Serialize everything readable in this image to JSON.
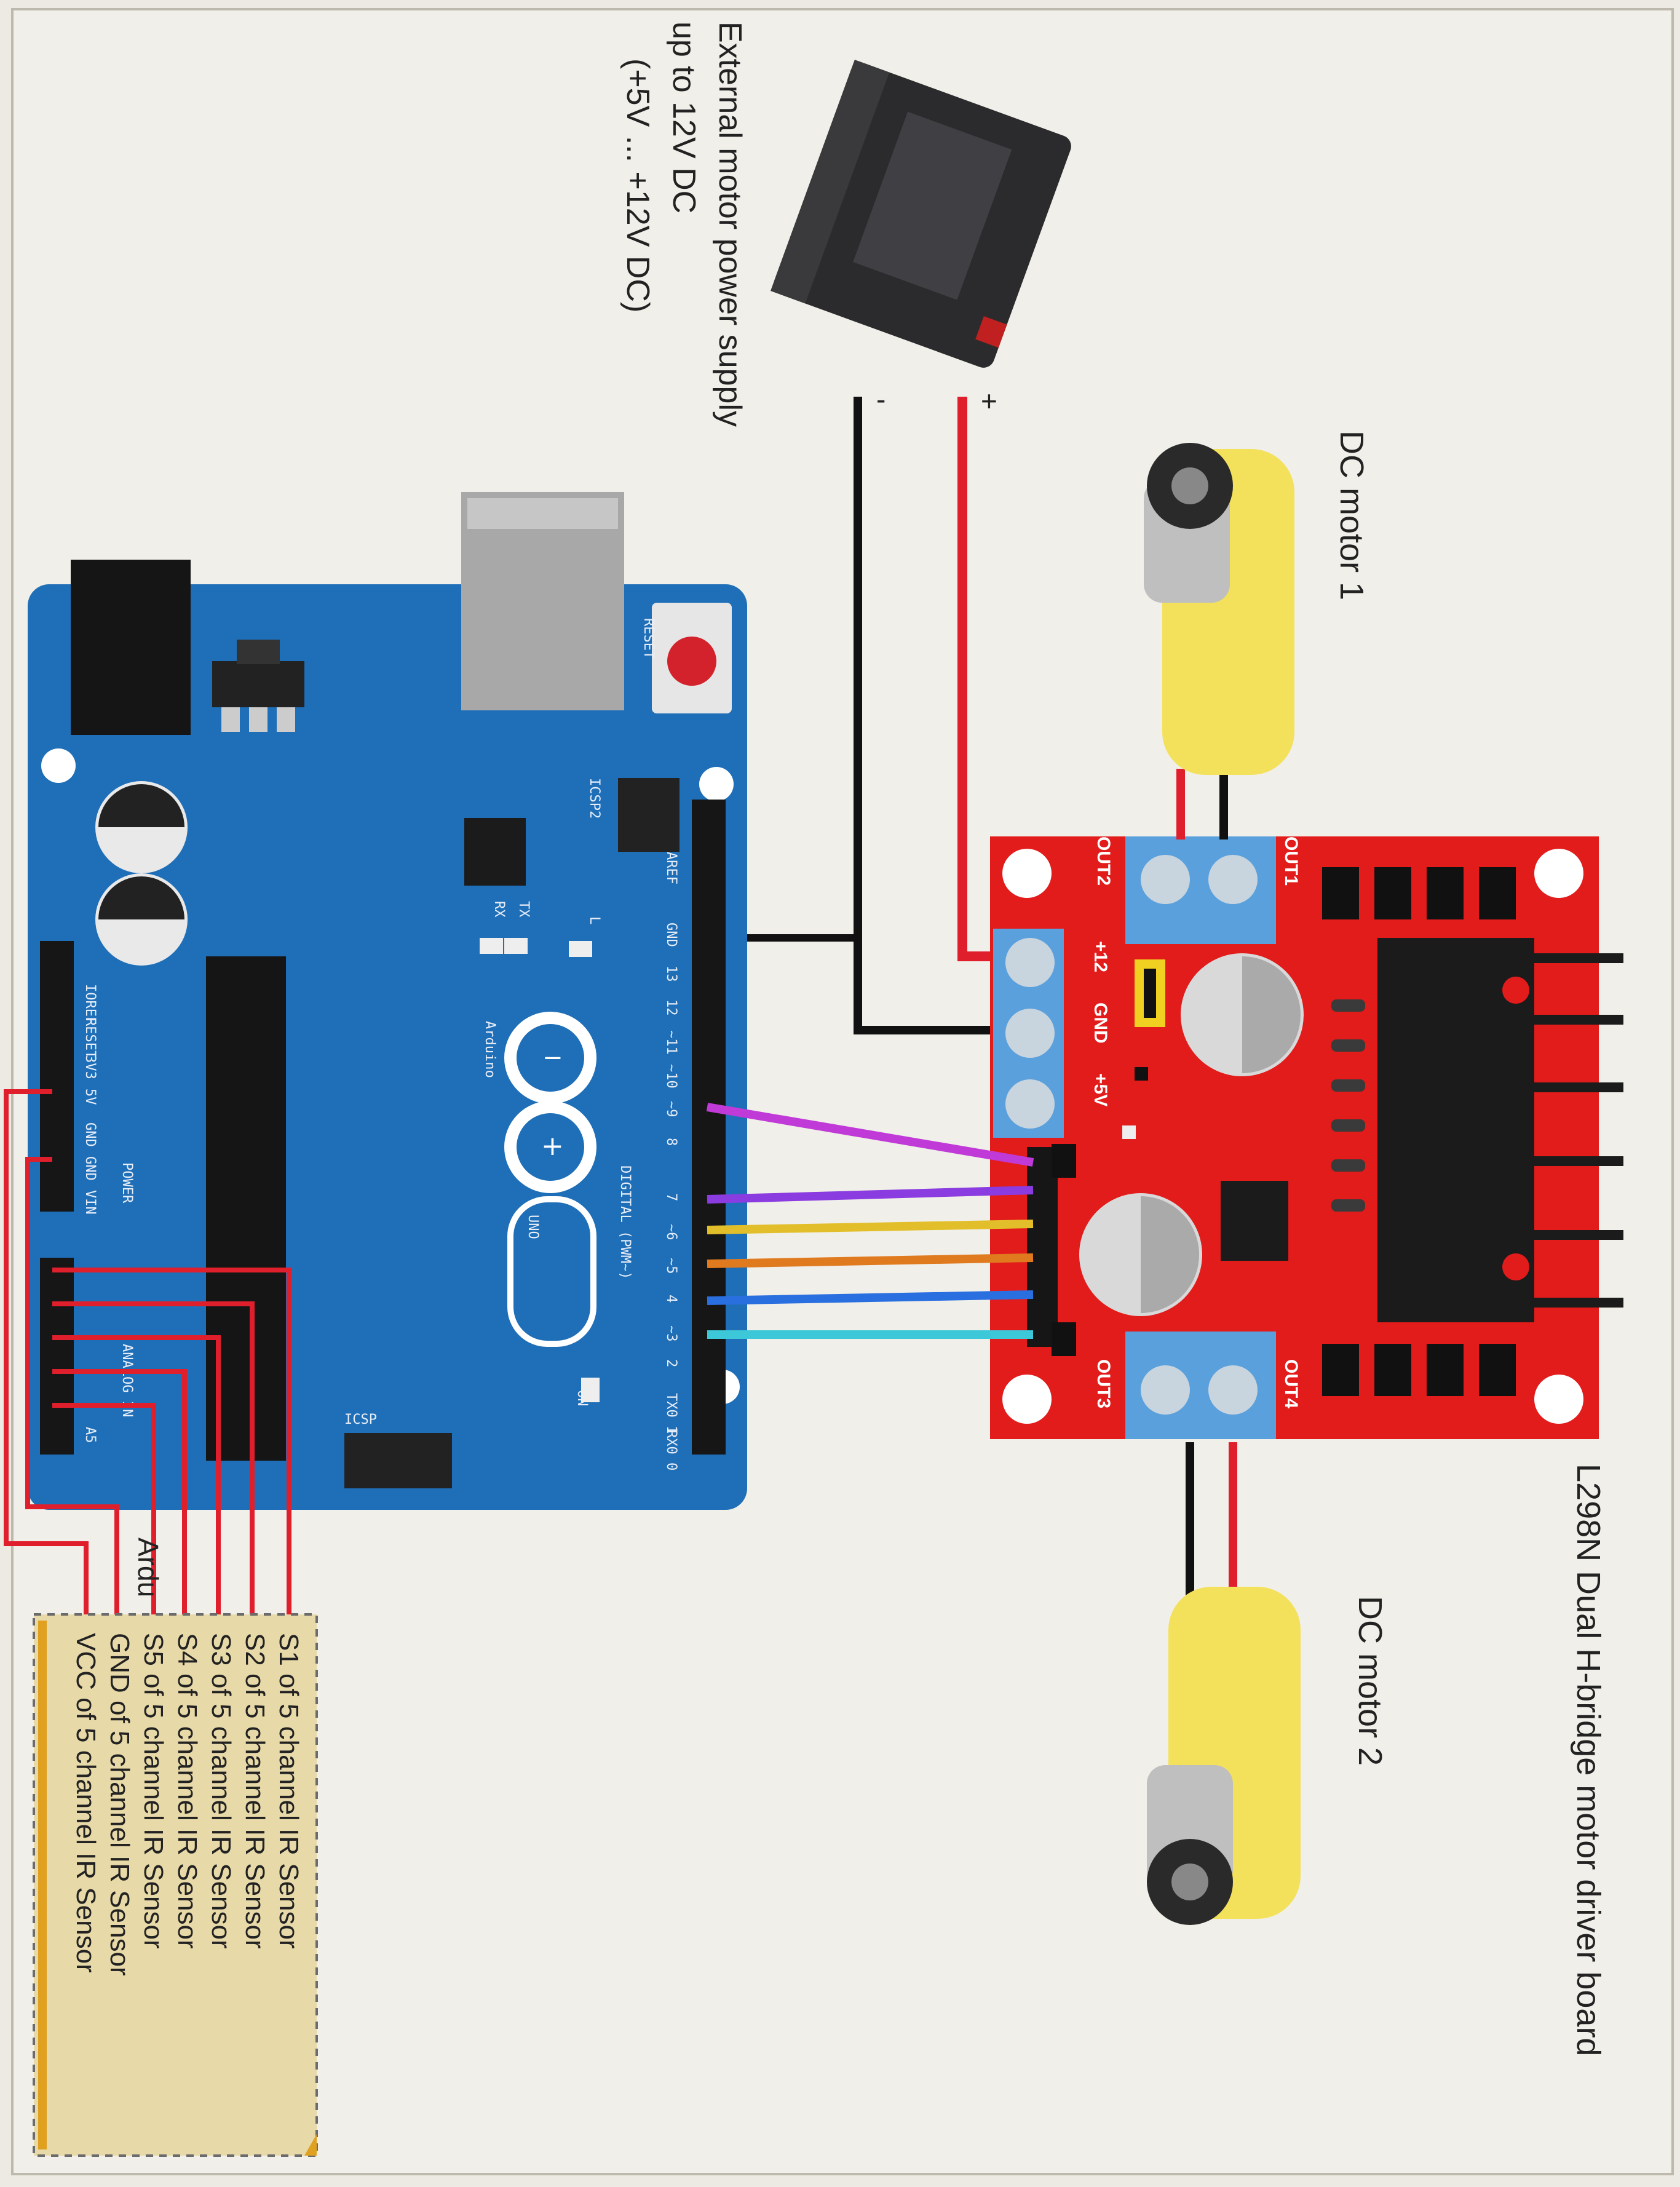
{
  "labels": {
    "supply_line1": "External motor power supply",
    "supply_line2": "up to 12V DC",
    "supply_line3": "(+5V ... +12V DC)",
    "plus": "+",
    "minus": "-",
    "motor1": "DC motor 1",
    "motor2": "DC motor 2",
    "driver": "L298N Dual H-bridge motor driver board",
    "arduino_partial": "Ardu"
  },
  "arduino": {
    "reset": "RESET",
    "icsp2": "ICSP2",
    "tx": "TX",
    "rx": "RX",
    "l": "L",
    "brand": "Arduino",
    "uno": "UNO",
    "digital": "DIGITAL (PWM~)",
    "on": "ON",
    "icsp": "ICSP",
    "aref": "AREF",
    "gnd": "GND",
    "d13": "13",
    "d12": "12",
    "d11": "~11",
    "d10": "~10",
    "d9": "~9",
    "d8": "8",
    "d7": "7",
    "d6": "~6",
    "d5": "~5",
    "d4": "4",
    "d3": "~3",
    "d2": "2",
    "tx1": "TX0 1",
    "rx0": "RX0 0",
    "ioref": "IOREF",
    "rst": "RESET",
    "v33": "3V3",
    "v5": "5V",
    "gnd1": "GND",
    "gnd2": "GND",
    "vin": "VIN",
    "power": "POWER",
    "analog": "ANALOG IN",
    "a5": "A5"
  },
  "driver_board": {
    "out1": "OUT1",
    "out2": "OUT2",
    "out3": "OUT3",
    "out4": "OUT4",
    "v12": "+12",
    "gnd": "GND",
    "v5": "+5V"
  },
  "sensor_box": [
    "S1 of 5 channel IR Sensor",
    "S2 of 5 channel IR Sensor",
    "S3 of 5 channel IR Sensor",
    "S4 of 5 channel IR Sensor",
    "S5 of 5 channel IR Sensor",
    "GND of 5 channel IR Sensor",
    "VCC of 5 channel IR Sensor"
  ],
  "colors": {
    "arduino_blue": "#1f6fb8",
    "driver_red": "#e21b1b",
    "wire_red": "#e01f2d",
    "wire_black": "#111111",
    "wire_magenta": "#c03ad8",
    "wire_violet": "#8a3ce0",
    "wire_yellow": "#e2bf2a",
    "wire_orange": "#e07a1f",
    "wire_blue": "#2a6fe0",
    "wire_cyan": "#3cc8d8",
    "sensor_box_fill": "#e8d9a8"
  }
}
